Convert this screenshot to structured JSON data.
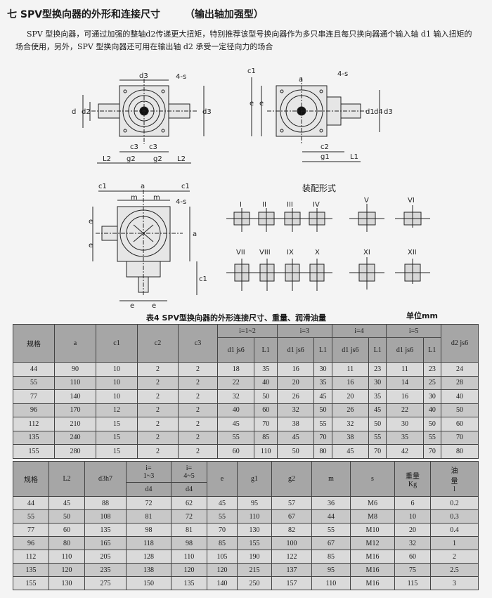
{
  "heading": {
    "main": "七 SPV型换向器的外形和连接尺寸",
    "sub": "（输出轴加强型）"
  },
  "paragraph": "SPV 型换向器，可通过加强的整轴d2传递更大扭矩，特别推荐该型号换向器作为多只串连且每只换向器通个输入轴 d1 输入扭矩的场合使用，另外，SPV 型换向器还可用在输出轴 d2 承受一定径向力的场合",
  "drawings": {
    "mount_title": "装配形式",
    "mount_forms": [
      "I",
      "II",
      "III",
      "IV",
      "V",
      "VI",
      "VII",
      "VIII",
      "IX",
      "X",
      "XI",
      "XII"
    ],
    "dims_front": {
      "d3": "d3",
      "s": "4-s",
      "d": "d",
      "d2": "d2",
      "c3a": "c3",
      "c3b": "c3",
      "L2a": "L2",
      "g2a": "g2",
      "g2b": "g2",
      "L2b": "L2",
      "d3r": "d3"
    },
    "dims_side": {
      "c1": "c1",
      "e1": "e",
      "e2": "e",
      "a": "a",
      "s": "4-s",
      "d1": "d1",
      "d4": "d4",
      "d3": "d3",
      "c2": "c2",
      "g1": "g1",
      "L1": "L1"
    },
    "dims_top": {
      "c1a": "c1",
      "a": "a",
      "c1b": "c1",
      "e1": "e",
      "e2": "e",
      "m1": "m",
      "m2": "m",
      "s": "4-s",
      "a2": "a",
      "c1c": "c1",
      "e3": "e",
      "e4": "e"
    }
  },
  "table_caption": "表4  SPV型换向器的外形连接尺寸、重量、润滑油量",
  "table_unit": "单位mm",
  "table1": {
    "headers": {
      "size": "规格",
      "a": "a",
      "c1": "c1",
      "c2": "c2",
      "c3": "c3",
      "i1": "i=1~2",
      "i3": "i=3",
      "i4": "i=4",
      "i5": "i=5",
      "d2": "d2 js6",
      "d1": "d1 js6",
      "L1": "L1"
    },
    "rows": [
      [
        "44",
        "90",
        "10",
        "2",
        "2",
        "18",
        "35",
        "16",
        "30",
        "11",
        "23",
        "11",
        "23",
        "24"
      ],
      [
        "55",
        "110",
        "10",
        "2",
        "2",
        "22",
        "40",
        "20",
        "35",
        "16",
        "30",
        "14",
        "25",
        "28"
      ],
      [
        "77",
        "140",
        "10",
        "2",
        "2",
        "32",
        "50",
        "26",
        "45",
        "20",
        "35",
        "16",
        "30",
        "40"
      ],
      [
        "96",
        "170",
        "12",
        "2",
        "2",
        "40",
        "60",
        "32",
        "50",
        "26",
        "45",
        "22",
        "40",
        "50"
      ],
      [
        "112",
        "210",
        "15",
        "2",
        "2",
        "45",
        "70",
        "38",
        "55",
        "32",
        "50",
        "30",
        "50",
        "60"
      ],
      [
        "135",
        "240",
        "15",
        "2",
        "2",
        "55",
        "85",
        "45",
        "70",
        "38",
        "55",
        "35",
        "55",
        "70"
      ],
      [
        "155",
        "280",
        "15",
        "2",
        "2",
        "60",
        "110",
        "50",
        "80",
        "45",
        "70",
        "42",
        "70",
        "80"
      ]
    ]
  },
  "table2": {
    "headers": {
      "size": "规格",
      "L2": "L2",
      "d3h7": "d3h7",
      "i13": "i=\n1~3",
      "i45": "i=\n4~5",
      "d4a": "d4",
      "d4b": "d4",
      "e": "e",
      "g1": "g1",
      "g2": "g2",
      "m": "m",
      "s": "s",
      "weight": "重量\nKg",
      "oil": "油\n量\nl"
    },
    "rows": [
      [
        "44",
        "45",
        "88",
        "72",
        "62",
        "45",
        "95",
        "57",
        "36",
        "M6",
        "6",
        "0.2"
      ],
      [
        "55",
        "50",
        "108",
        "81",
        "72",
        "55",
        "110",
        "67",
        "44",
        "M8",
        "10",
        "0.3"
      ],
      [
        "77",
        "60",
        "135",
        "98",
        "81",
        "70",
        "130",
        "82",
        "55",
        "M10",
        "20",
        "0.4"
      ],
      [
        "96",
        "80",
        "165",
        "118",
        "98",
        "85",
        "155",
        "100",
        "67",
        "M12",
        "32",
        "1"
      ],
      [
        "112",
        "110",
        "205",
        "128",
        "110",
        "105",
        "190",
        "122",
        "85",
        "M16",
        "60",
        "2"
      ],
      [
        "135",
        "120",
        "235",
        "138",
        "120",
        "120",
        "215",
        "137",
        "95",
        "M16",
        "75",
        "2.5"
      ],
      [
        "155",
        "130",
        "275",
        "150",
        "135",
        "140",
        "250",
        "157",
        "110",
        "M16",
        "115",
        "3"
      ]
    ]
  }
}
